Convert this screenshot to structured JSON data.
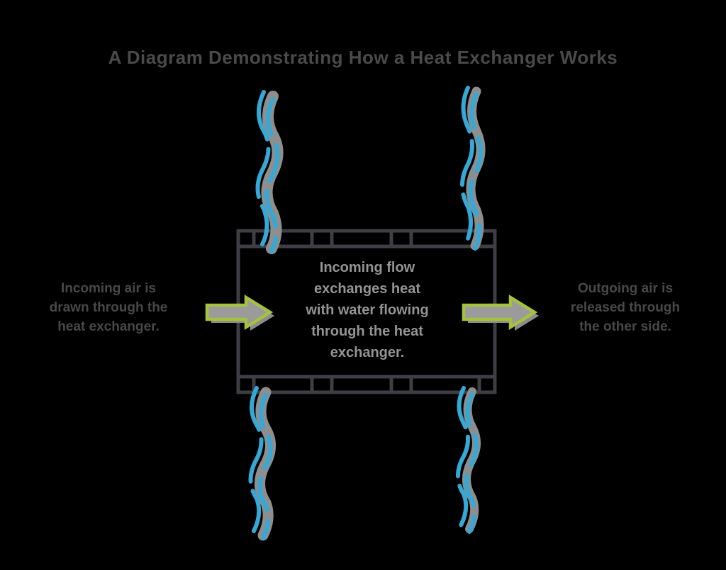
{
  "title": "A Diagram Demonstrating How a Heat Exchanger Works",
  "labels": {
    "left": {
      "lines": [
        "Incoming air is",
        "drawn through the",
        "heat exchanger."
      ]
    },
    "right": {
      "lines": [
        "Outgoing air is",
        "released through",
        "the other side."
      ]
    },
    "center": {
      "lines": [
        "Incoming flow",
        "exchanges heat",
        "with water flowing",
        "through the heat",
        "exchanger."
      ]
    }
  },
  "icons": {
    "water_waves": [
      "water-wave-top-left",
      "water-wave-top-right",
      "water-wave-bottom-left",
      "water-wave-bottom-right"
    ],
    "flow_arrows": [
      "airflow-arrow-left",
      "airflow-arrow-right"
    ],
    "core": "heat-exchanger-core"
  },
  "colors": {
    "background": "#000000",
    "title_text": "#4a4a4a",
    "side_label_text": "#484848",
    "center_text": "#949494",
    "box_outline": "#3e3e44",
    "water_blue": "#35a8d5",
    "water_shadow_gray": "#8e8e8e",
    "arrow_outline_green": "#a5c23e",
    "arrow_fill_gray": "#9b9b9b",
    "arrow_shadow_gray": "#8c8c8c"
  }
}
